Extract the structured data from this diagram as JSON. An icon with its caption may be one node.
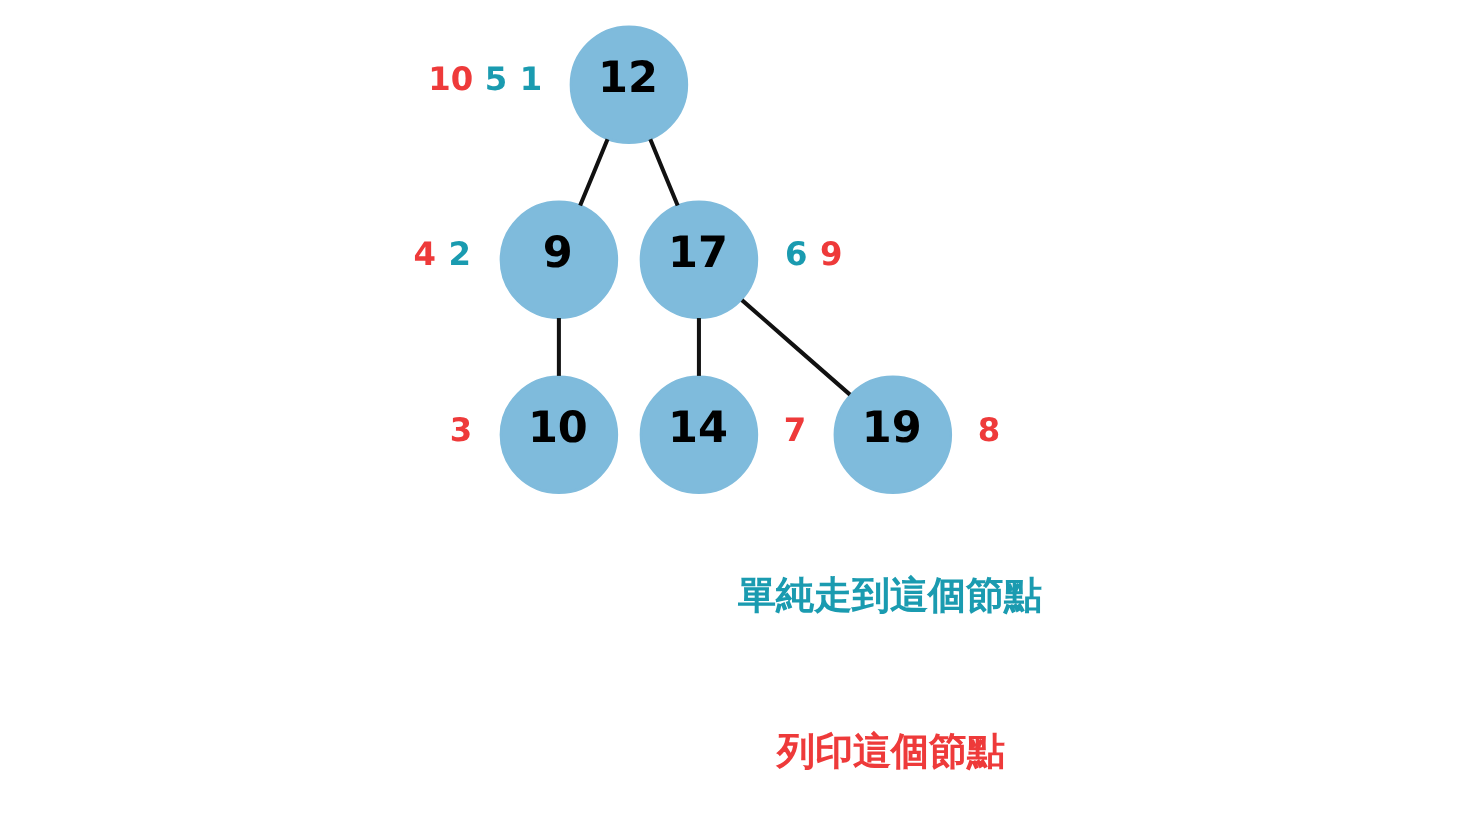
{
  "diagram": {
    "nodes": [
      {
        "text": [
          "12"
        ],
        "beside": [
          "10",
          "5",
          "1"
        ]
      },
      {
        "text": [
          "9"
        ],
        "beside": [
          "4",
          "2"
        ]
      },
      {
        "text": [
          "17"
        ],
        "beside": [
          "6",
          "9"
        ]
      },
      {
        "text": [
          "10"
        ],
        "beside": [
          "3"
        ]
      },
      {
        "text": [
          "14"
        ],
        "beside": [
          "7"
        ]
      },
      {
        "text": [
          "19"
        ],
        "beside": [
          "8"
        ]
      }
    ],
    "edges": [
      {
        "from": 0,
        "to": 1,
        "arrow": "none"
      },
      {
        "from": 0,
        "to": 2,
        "arrow": "none"
      },
      {
        "from": 1,
        "to": 3,
        "arrow": "none"
      },
      {
        "from": 2,
        "to": 4,
        "arrow": "none"
      },
      {
        "from": 2,
        "to": 5,
        "arrow": "none"
      }
    ],
    "legend": [
      {
        "text": "單純走到這個節點",
        "color": "#1a9bb0"
      },
      {
        "text": "列印這個節點",
        "color": "#ee3a3a"
      }
    ]
  }
}
